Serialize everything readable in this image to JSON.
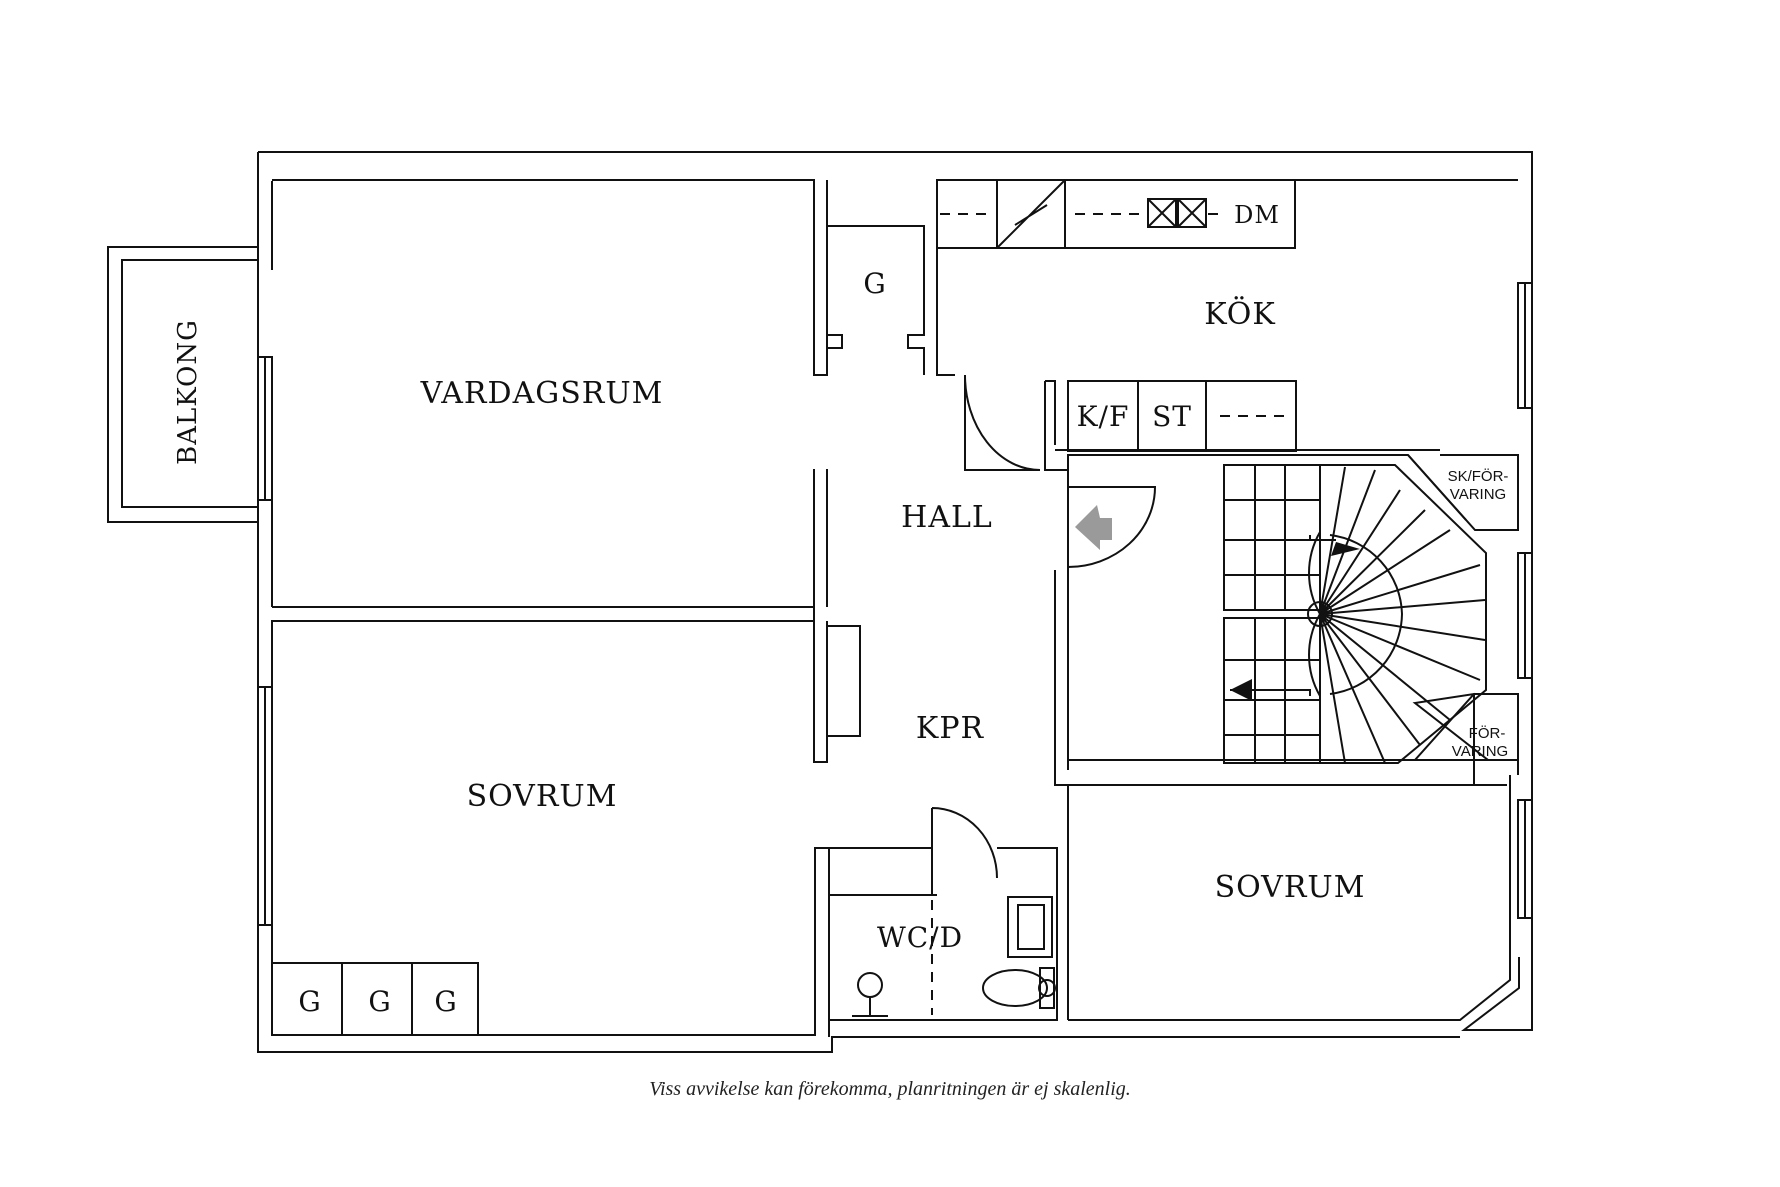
{
  "rooms": {
    "balcony": "BALKONG",
    "living_room": "VARDAGSRUM",
    "closet_g": "G",
    "hall": "HALL",
    "kitchen": "KÖK",
    "dishwasher": "DM",
    "fridge_freezer": "K/F",
    "stove": "ST",
    "storage_top_1": "SK/FÖR-",
    "storage_top_2": "VARING",
    "storage_bottom_1": "FÖR-",
    "storage_bottom_2": "VARING",
    "closet_corridor": "KPR",
    "bedroom_left": "SOVRUM",
    "bedroom_right": "SOVRUM",
    "bathroom": "WC/D",
    "wardrobe_1": "G",
    "wardrobe_2": "G",
    "wardrobe_3": "G"
  },
  "disclaimer": "Viss avvikelse kan förekomma, planritningen är ej skalenlig.",
  "colors": {
    "line": "#111111",
    "background": "#ffffff",
    "entrance_arrow": "#9a9a9a"
  },
  "icons": [
    "entrance-arrow-icon",
    "stair-direction-arrow-icon",
    "toilet-icon",
    "sink-icon",
    "shower-icon",
    "stove-icon"
  ]
}
